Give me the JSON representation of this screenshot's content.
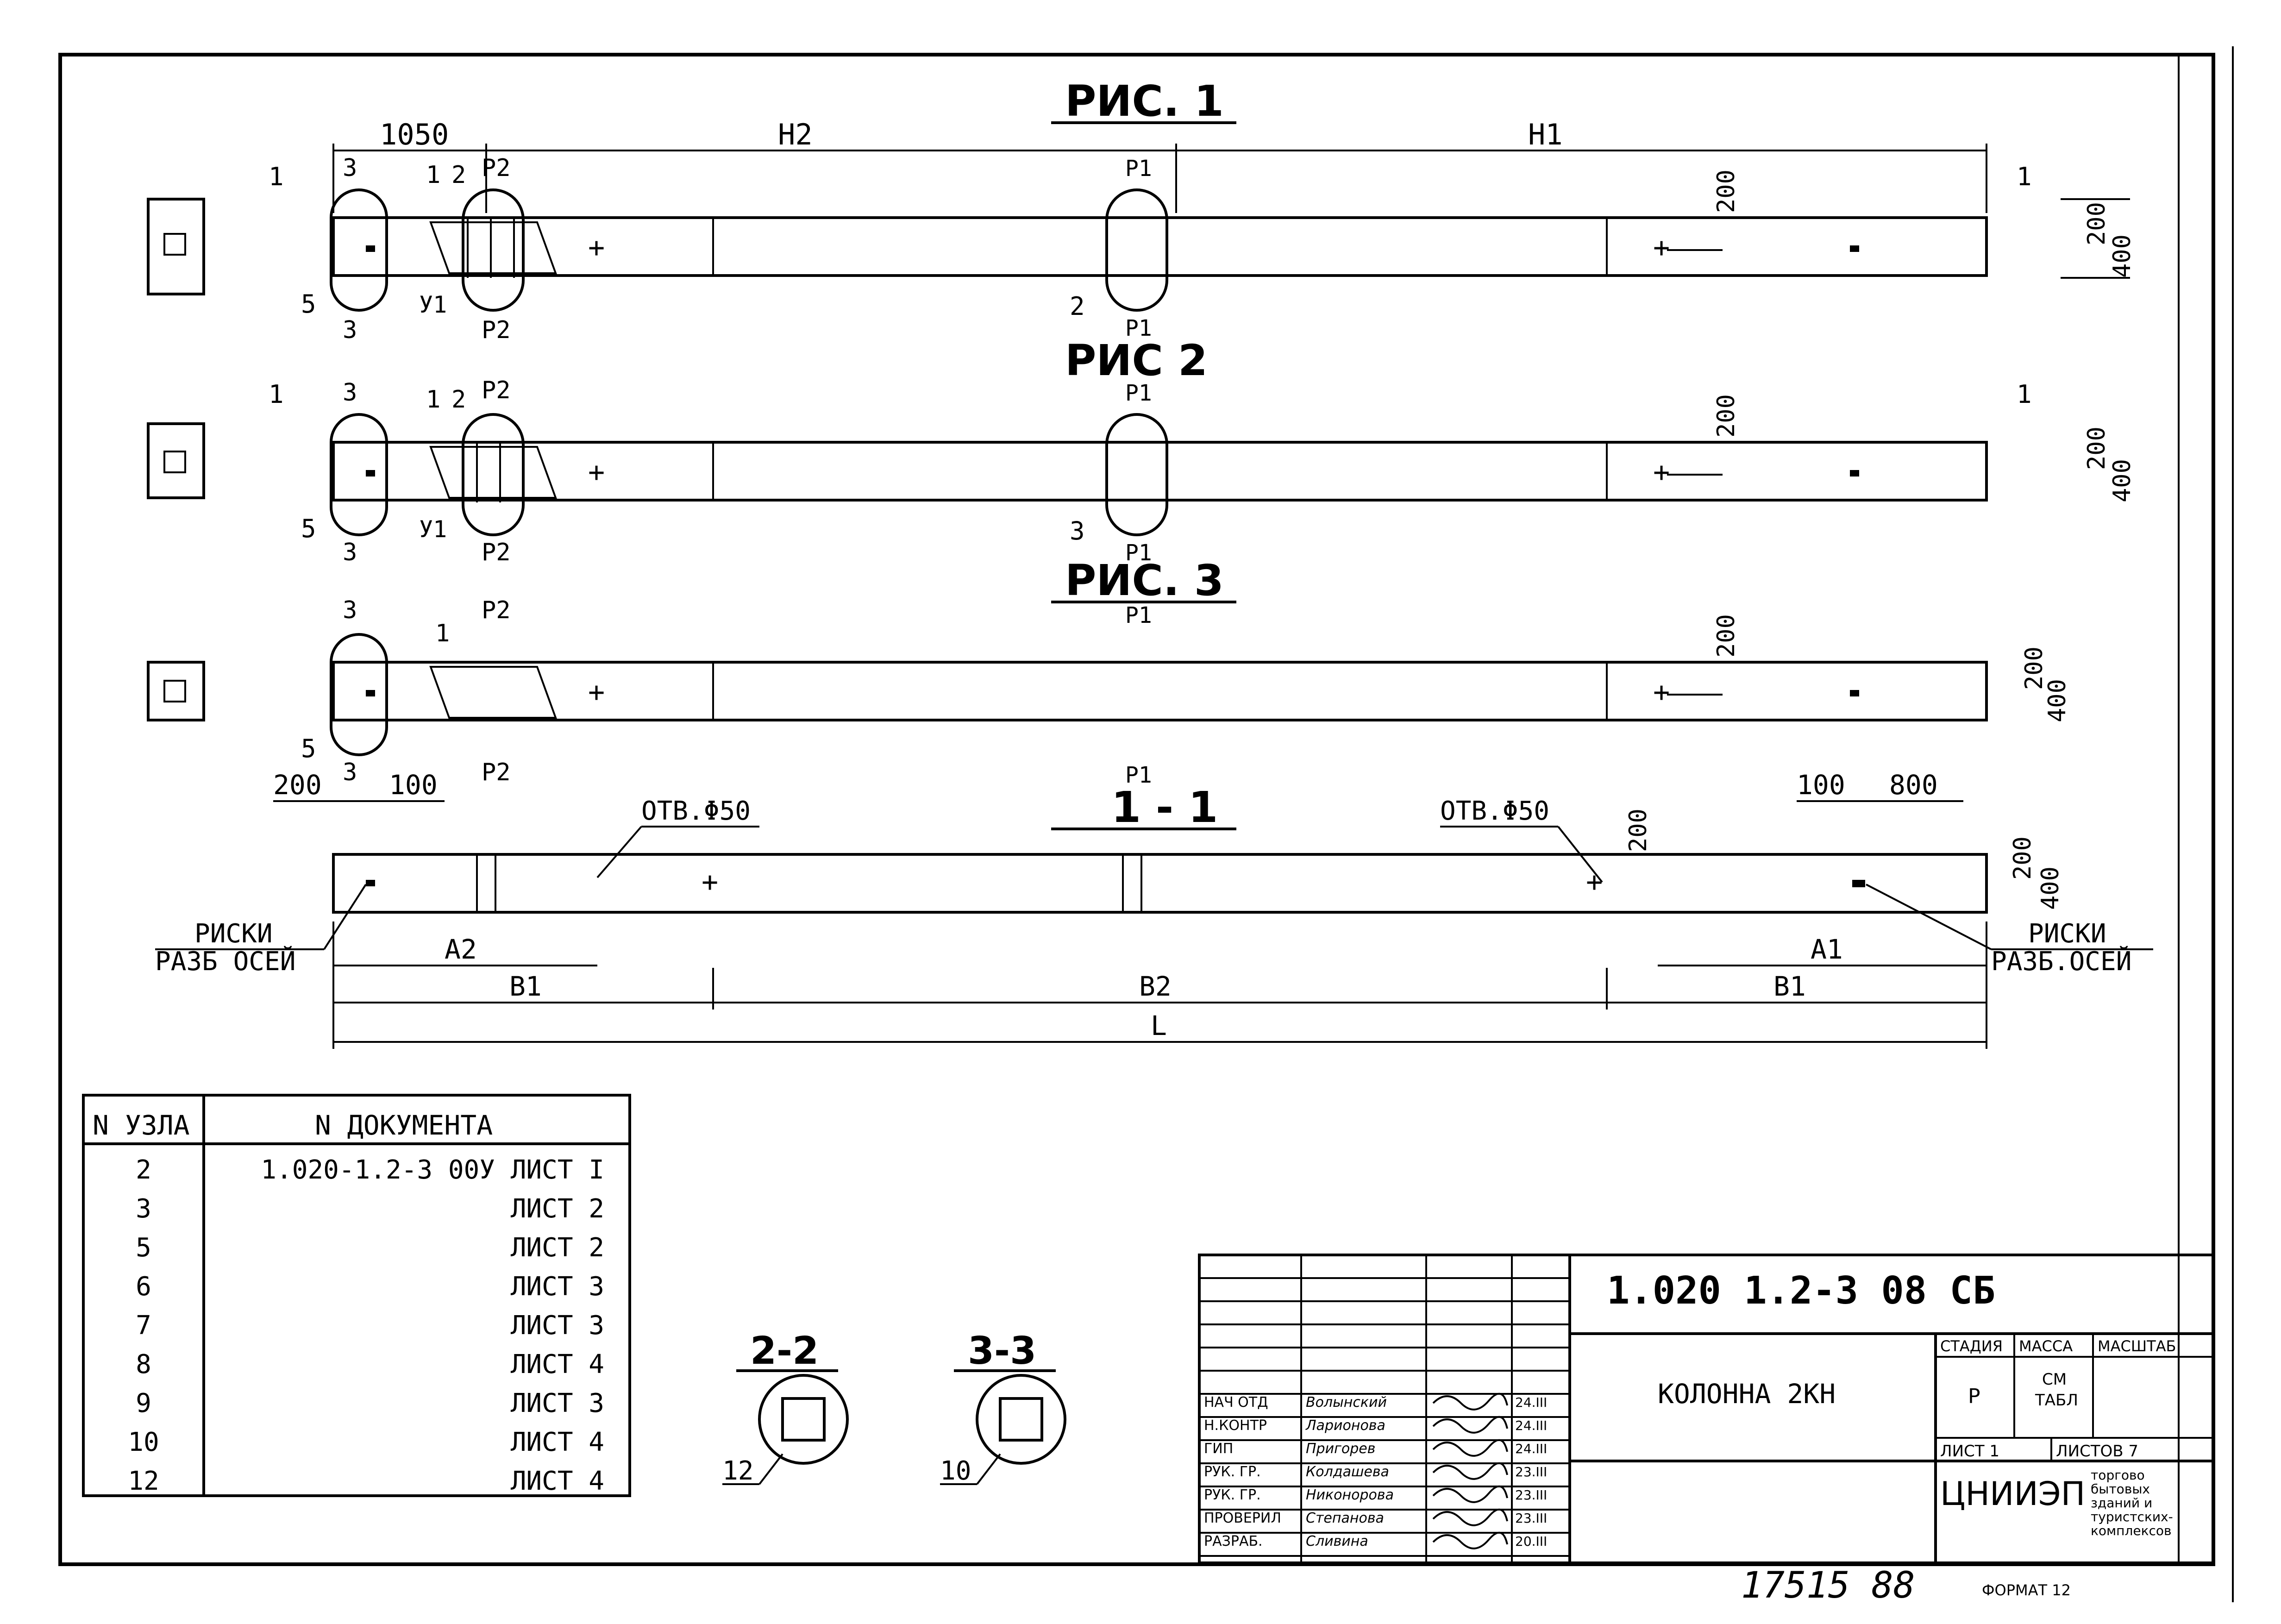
{
  "figures": {
    "fig1_title": "РИС. 1",
    "fig2_title": "РИС  2",
    "fig3_title": "РИС. 3",
    "section_title": "1 - 1"
  },
  "dims": {
    "d1050": "1050",
    "h2": "H2",
    "h1": "H1",
    "d200": "200",
    "d400": "400",
    "d100": "100",
    "d800": "800",
    "a1": "A1",
    "a2": "A2",
    "b1": "B1",
    "b2": "B2",
    "l": "L"
  },
  "labels": {
    "one": "1",
    "two": "2",
    "three": "3",
    "five": "5",
    "y1": "У1",
    "p1": "P1",
    "p2": "P2",
    "otv": "ОТВ.Φ50",
    "riski": "РИСКИ",
    "razb_left": "РАЗБ ОСЕЙ",
    "razb_right": "РАЗБ.ОСЕЙ"
  },
  "sections": {
    "s22": "2-2",
    "s33": "3-3",
    "n12": "12",
    "n10": "10"
  },
  "node_table": {
    "col1": "N УЗЛА",
    "col2": "N ДОКУМЕНТА",
    "rows": [
      {
        "node": "2",
        "doc": "1.020-1.2-3 00У ЛИСТ  I"
      },
      {
        "node": "3",
        "doc": "ЛИСТ  2"
      },
      {
        "node": "5",
        "doc": "ЛИСТ  2"
      },
      {
        "node": "6",
        "doc": "ЛИСТ  3"
      },
      {
        "node": "7",
        "doc": "ЛИСТ  3"
      },
      {
        "node": "8",
        "doc": "ЛИСТ  4"
      },
      {
        "node": "9",
        "doc": "ЛИСТ  3"
      },
      {
        "node": "10",
        "doc": "ЛИСТ  4"
      },
      {
        "node": "12",
        "doc": "ЛИСТ  4"
      }
    ]
  },
  "title_block": {
    "code": "1.020 1.2-3 08 СБ",
    "name": "КОЛОННА 2КН",
    "stage_h": "СТАДИЯ",
    "mass_h": "МАССА",
    "scale_h": "МАСШТАБ",
    "stage": "Р",
    "mass_1": "СМ",
    "mass_2": "ТАБЛ",
    "sheet": "ЛИСТ  1",
    "sheets": "ЛИСТОВ  7",
    "org": "ЦНИИЭП",
    "org_sub_1": "торгово",
    "org_sub_2": "бытовых",
    "org_sub_3": "зданий и",
    "org_sub_4": "туристских-",
    "org_sub_5": "комплексов",
    "people": [
      {
        "role": "НАЧ ОТД",
        "name": "Волынский",
        "date": "24.III"
      },
      {
        "role": "Н.КОНТР",
        "name": "Ларионова",
        "date": "24.III"
      },
      {
        "role": "ГИП",
        "name": "Пригорев",
        "date": "24.III"
      },
      {
        "role": "РУК. ГР.",
        "name": "Колдашева",
        "date": "23.III"
      },
      {
        "role": "РУК. ГР.",
        "name": "Никонорова",
        "date": "23.III"
      },
      {
        "role": "ПРОВЕРИЛ",
        "name": "Степанова",
        "date": "23.III"
      },
      {
        "role": "РАЗРАБ.",
        "name": "Сливина",
        "date": "20.III"
      }
    ]
  },
  "footer": {
    "number": "17515  88",
    "format": "ФОРМАТ 12"
  }
}
